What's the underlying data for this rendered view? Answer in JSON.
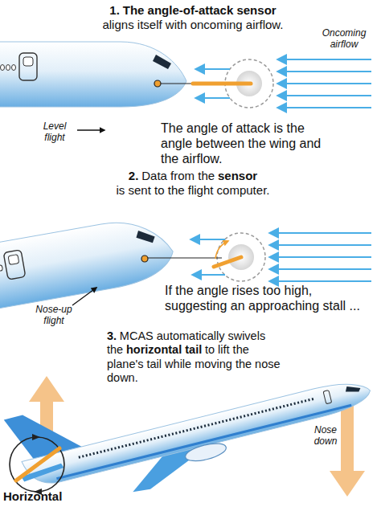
{
  "diagram": {
    "labels": [
      "1.",
      "The angle-of-attack sensor",
      "aligns itself with oncoming airflow.",
      "Oncoming airflow",
      "Level flight",
      "The angle of attack is the angle between the wing and the airflow.",
      "2.",
      "Data from the",
      "sensor",
      "is sent to the flight computer.",
      "Nose-up flight",
      "If the angle rises too high, suggesting an approaching stall ...",
      "3.",
      "MCAS automatically swivels the",
      "horizontal tail",
      "to lift the plane's tail while moving the nose down.",
      "Nose down",
      "Horizontal"
    ]
  }
}
